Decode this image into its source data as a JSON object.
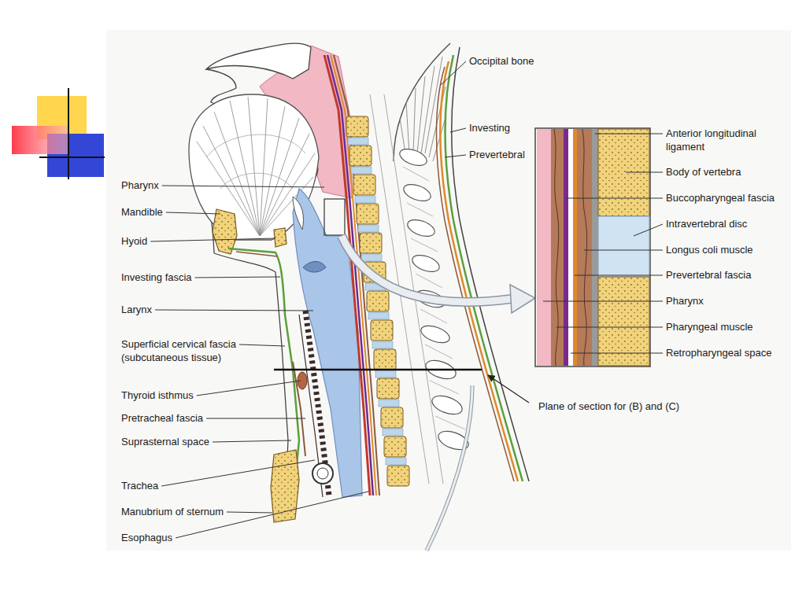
{
  "diagram": {
    "labels": [
      "Occipital bone",
      "Investing",
      "Prevertebral",
      "Pharynx",
      "Mandible",
      "Hyoid",
      "Investing fascia",
      "Larynx",
      "Superficial cervical fascia (subcutaneous tissue)",
      "Anterior longitudinal ligament",
      "Body of vertebra",
      "Buccopharyngeal fascia",
      "Intravertebral disc",
      "Longus coli muscle",
      "Prevertebral fascia",
      "Pharynx",
      "Pharyngeal muscle",
      "Retropharyngeal space",
      "Thyroid isthmus",
      "Pretracheal fascia",
      "Suprasternal space",
      "Trachea",
      "Manubrium of sternum",
      "Esophagus",
      "Plane of section for (B) and (C)"
    ]
  }
}
